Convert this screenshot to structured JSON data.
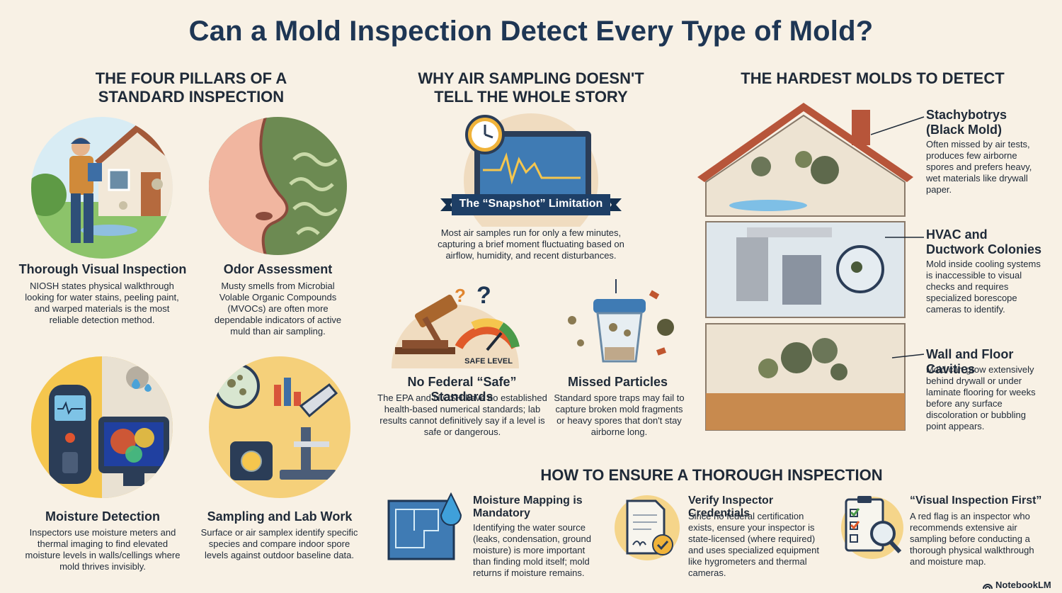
{
  "title": "Can a Mold Inspection Detect Every Type of Mold?",
  "pillars": {
    "heading": "THE FOUR PILLARS OF A STANDARD INSPECTION",
    "items": [
      {
        "title": "Thorough Visual Inspection",
        "body": "NIOSH states physical walkthrough looking for water stains, peeling paint, and warped materials is the most reliable detection method.",
        "icon": "inspector-icon"
      },
      {
        "title": "Odor Assessment",
        "body": "Musty smells from Microbial Volable Organic Compounds (MVOCs) are often more dependable indicators of active muld than air sampling.",
        "icon": "nose-icon"
      },
      {
        "title": "Moisture Detection",
        "body": "Inspectors use moisture meters and thermal imaging to find elevated moisture levels in walls/cellings where mold thrives invisibly.",
        "icon": "moisture-meter-icon"
      },
      {
        "title": "Sampling and Lab Work",
        "body": "Surface or air samplex identify specific species and compare indoor spore levels against outdoor baseline data.",
        "icon": "microscope-icon"
      }
    ]
  },
  "air": {
    "heading": "WHY AIR SAMPLING DOESN'T TELL THE WHOLE STORY",
    "banner": "The “Snapshot” Limitation",
    "snapshot_body": "Most air samples run for only a few minutes, capturing a brief moment fluctuating based on airflow, humidity, and recent disturbances.",
    "gauge_label": "SAFE LEVEL",
    "items": [
      {
        "title": "No Federal “Safe” Standards",
        "body": "The EPA and NIOSH have no established health-based numerical standards; lab results cannot definitively say if a level is safe or dangerous."
      },
      {
        "title": "Missed Particles",
        "body": "Standard spore traps may fail to capture broken mold fragments or heavy spores that don't stay airborne long."
      }
    ]
  },
  "hardest": {
    "heading": "THE HARDEST MOLDS TO DETECT",
    "items": [
      {
        "title": "Stachybotrys (Black Mold)",
        "body": "Often missed by air tests, produces few airborne spores and prefers heavy, wet materials like drywall paper."
      },
      {
        "title": "HVAC and Ductwork Colonies",
        "body": "Mold inside cooling systems is inaccessible to visual checks and requires specialized borescope cameras to identify."
      },
      {
        "title": "Wall and Floor Cavities",
        "body": "Mold can grow extensively behind drywall or under laminate flooring for weeks before any surface discoloration or bubbling point appears."
      }
    ]
  },
  "ensure": {
    "heading": "HOW TO ENSURE A THOROUGH INSPECTION",
    "items": [
      {
        "title": "Moisture Mapping is Mandatory",
        "body": "Identifying the water source (leaks, condensation, ground moisture) is more important than finding mold itself; mold returns if moisture remains."
      },
      {
        "title": "Verify Inspector Credentials",
        "body": "Since no federal certification exists, ensure your inspector is state-licensed (where required) and uses specialized equipment like hygrometers and thermal cameras."
      },
      {
        "title": "“Visual Inspection First”",
        "body": "A red flag is an inspector who recommends extensive air sampling before conducting a thorough physical walkthrough and moisture map."
      }
    ]
  },
  "brand": "NotebookLM"
}
